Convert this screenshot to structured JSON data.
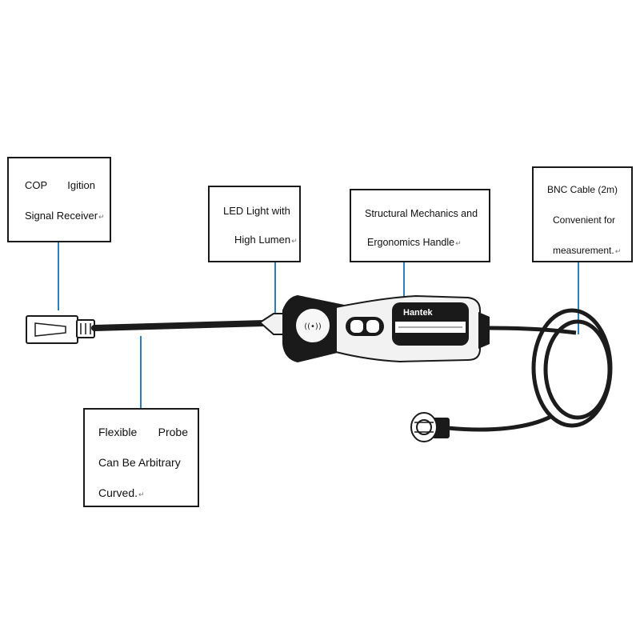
{
  "callouts": {
    "cop": {
      "line1_a": "COP",
      "line1_b": "Igition",
      "line2": "Signal Receiver"
    },
    "led": {
      "line1": "LED Light with",
      "line2": "High Lumen"
    },
    "handle": {
      "line1": "Structural Mechanics and",
      "line2": "Ergonomics Handle"
    },
    "bnc": {
      "line1": "BNC Cable (2m)",
      "line2": "Convenient for",
      "line3": "measurement."
    },
    "probe": {
      "line1_a": "Flexible",
      "line1_b": "Probe",
      "line2": "Can Be Arbitrary",
      "line3": "Curved."
    }
  },
  "device": {
    "brand": "Hantek"
  },
  "colors": {
    "leader": "#2c7fb8",
    "outline": "#1a1a1a",
    "cable": "#1c1c1c",
    "handle_light": "#f2f2f2"
  },
  "symbols": {
    "return_mark": "↵"
  }
}
